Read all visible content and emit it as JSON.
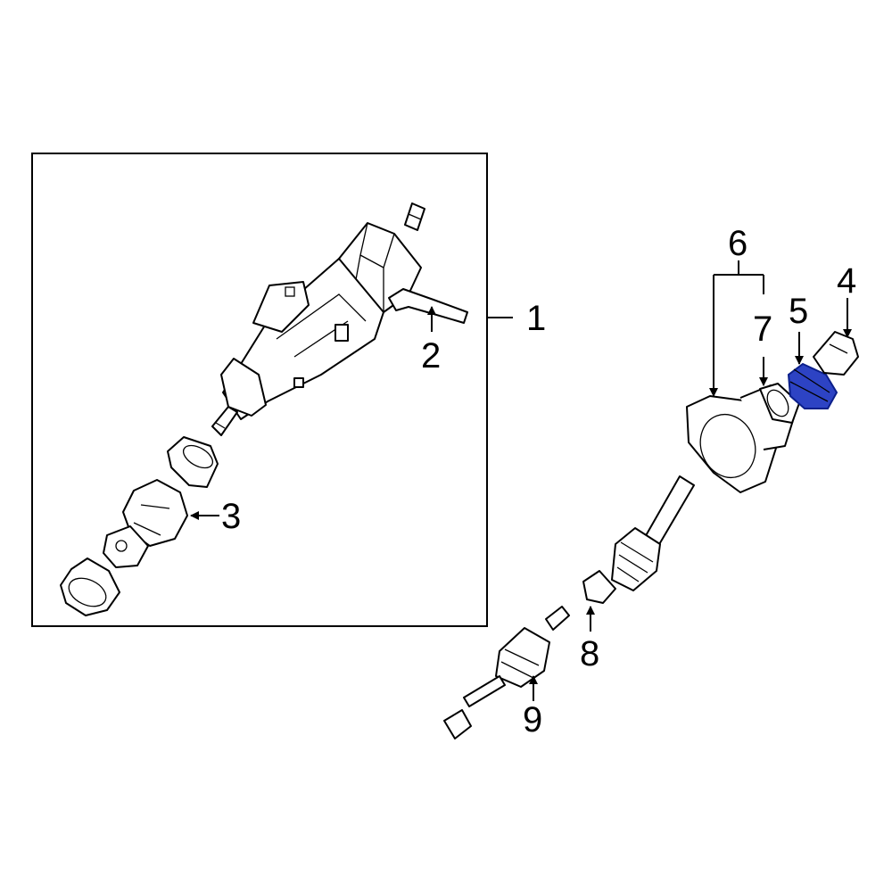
{
  "diagram": {
    "callouts": [
      {
        "id": "1",
        "label": "1"
      },
      {
        "id": "2",
        "label": "2"
      },
      {
        "id": "3",
        "label": "3"
      },
      {
        "id": "4",
        "label": "4"
      },
      {
        "id": "5",
        "label": "5"
      },
      {
        "id": "6",
        "label": "6"
      },
      {
        "id": "7",
        "label": "7"
      },
      {
        "id": "8",
        "label": "8"
      },
      {
        "id": "9",
        "label": "9"
      }
    ],
    "highlight_color": "#2d43c4",
    "highlighted_part": "5"
  }
}
